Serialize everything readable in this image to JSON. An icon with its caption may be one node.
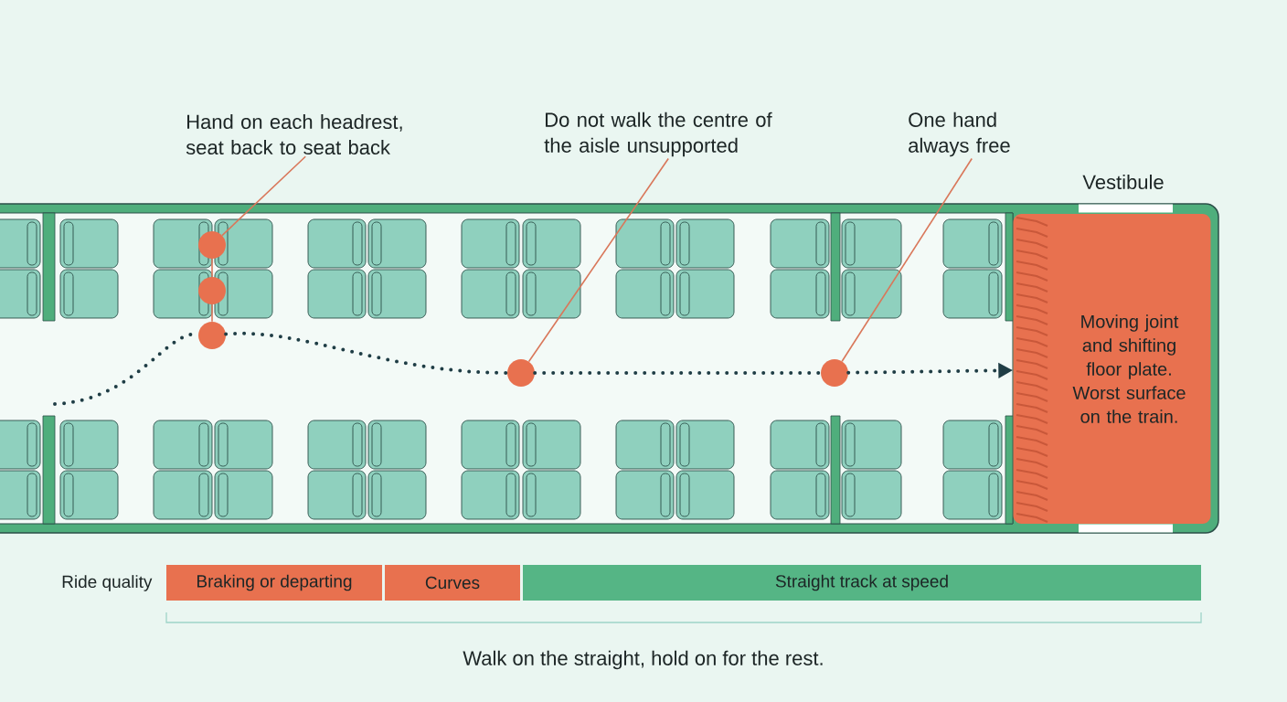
{
  "diagram": {
    "caption": "Walk on the straight, hold on for the rest.",
    "nodes": [
      {
        "text": [
          "Hand on each headrest, seat back to seat back"
        ]
      },
      {
        "text": [
          "Do not walk the centre of the aisle unsupported"
        ]
      },
      {
        "text": [
          "One hand always free"
        ]
      },
      {
        "text": [],
        "shape": "circle"
      },
      {
        "text": [],
        "shape": "circle"
      },
      {
        "text": [],
        "shape": "circle"
      },
      {
        "text": [],
        "shape": "circle"
      },
      {
        "text": [],
        "shape": "circle"
      },
      {
        "text": [
          "Vestibule",
          "Moving joint and shifting floor plate. Worst surface on the train."
        ]
      },
      {
        "text": [
          "Braking or departing"
        ]
      },
      {
        "text": [
          "Curves"
        ]
      },
      {
        "text": [
          "Straight track at speed"
        ]
      }
    ],
    "edges": [
      {
        "from": 0,
        "to": 3,
        "arrow": "none"
      },
      {
        "from": 1,
        "to": 6,
        "arrow": "none"
      },
      {
        "from": 2,
        "to": 7,
        "arrow": "none"
      },
      {
        "from": 3,
        "to": 4,
        "arrow": "none"
      },
      {
        "from": 4,
        "to": 5,
        "arrow": "none"
      },
      {
        "from": null,
        "to": 5,
        "arrow": "none",
        "style": "dashed",
        "color": "#1f3d45"
      },
      {
        "from": 5,
        "to": 6,
        "arrow": "none",
        "style": "dashed",
        "color": "#1f3d45"
      },
      {
        "from": 6,
        "to": 7,
        "arrow": "none",
        "style": "dashed",
        "color": "#1f3d45"
      },
      {
        "from": 7,
        "to": 8,
        "arrow": "to",
        "style": "dashed",
        "color": "#1f3d45"
      }
    ],
    "labels": [
      "Ride quality"
    ]
  }
}
